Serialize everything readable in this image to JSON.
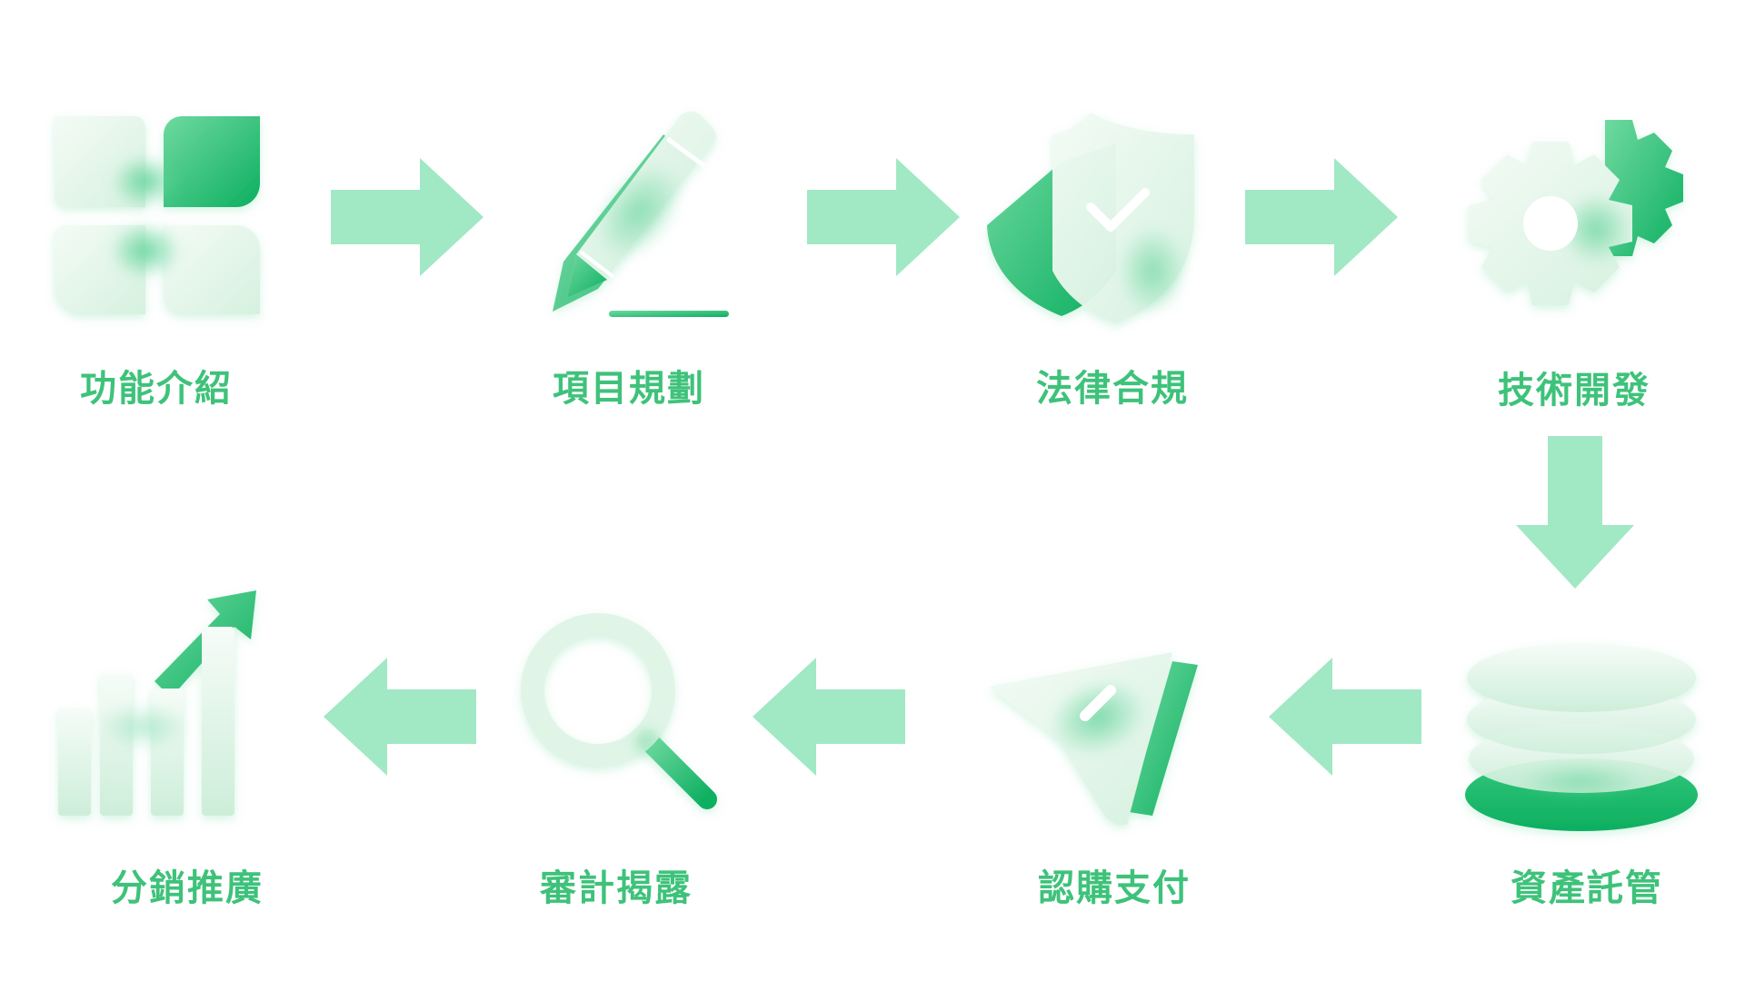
{
  "colors": {
    "accent": "#3ec27a",
    "arrow": "#a1e8c4",
    "dark_green": "#0fb063",
    "light_green": "#e4f6ea"
  },
  "steps": [
    {
      "label": "功能介紹",
      "icon": "grid-icon"
    },
    {
      "label": "項目規劃",
      "icon": "pencil-icon"
    },
    {
      "label": "法律合規",
      "icon": "shield-check-icon"
    },
    {
      "label": "技術開發",
      "icon": "gear-icon"
    },
    {
      "label": "資產託管",
      "icon": "database-stack-icon"
    },
    {
      "label": "認購支付",
      "icon": "send-icon"
    },
    {
      "label": "審計揭露",
      "icon": "magnifier-icon"
    },
    {
      "label": "分銷推廣",
      "icon": "growth-chart-icon"
    }
  ],
  "arrows": [
    "right",
    "right",
    "right",
    "down",
    "left",
    "left",
    "left"
  ]
}
